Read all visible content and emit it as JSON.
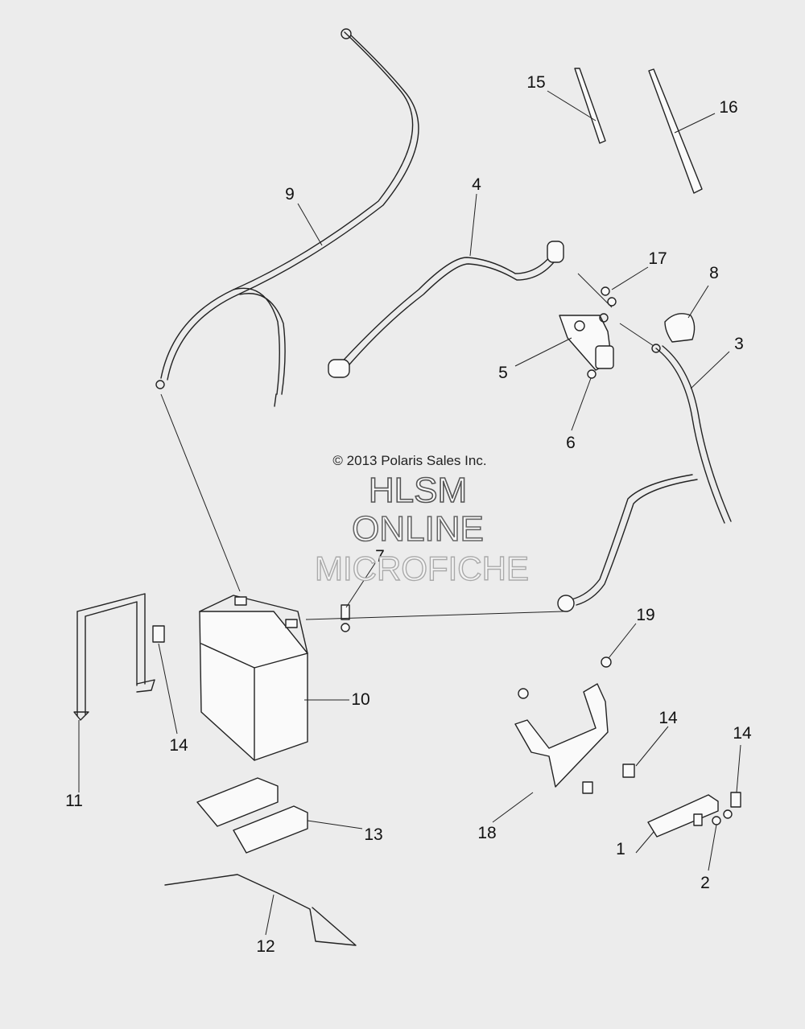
{
  "copyright": "© 2013 Polaris Sales Inc.",
  "watermark": {
    "line1": "HLSM",
    "line2": "ONLINE",
    "line3": "MICROFICHE"
  },
  "callouts": {
    "c1": "1",
    "c2": "2",
    "c3": "3",
    "c4": "4",
    "c5": "5",
    "c6": "6",
    "c7": "7",
    "c8": "8",
    "c9": "9",
    "c10": "10",
    "c11": "11",
    "c12": "12",
    "c13": "13",
    "c14a": "14",
    "c14b": "14",
    "c14c": "14",
    "c15": "15",
    "c16": "16",
    "c17": "17",
    "c18": "18",
    "c19": "19"
  },
  "colors": {
    "background": "#ececec",
    "line": "#222222"
  }
}
